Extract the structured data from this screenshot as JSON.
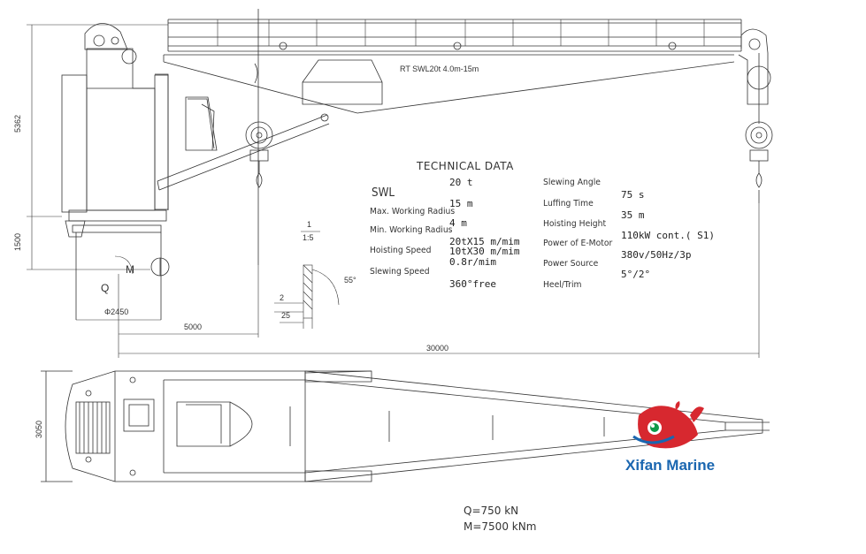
{
  "drawing": {
    "boom_label": "RT SWL20t 4.0m-15m",
    "dimensions": {
      "overall_height": "5362",
      "pedestal_height": "1500",
      "pedestal_diameter": "Φ2450",
      "slew_offset": "5000",
      "max_reach": "30000",
      "boom_width": "3050",
      "weld_gap": "2",
      "weld_depth": "25",
      "bevel_angle": "55°",
      "scale_num": "1",
      "scale_den": "1:5",
      "q_label": "Q",
      "m_label": "M"
    }
  },
  "technical_data": {
    "title": "TECHNICAL DATA",
    "left_labels": [
      "SWL",
      "Max. Working Radius",
      "Min. Working Radius",
      "Hoisting Speed",
      "Slewing Speed"
    ],
    "left_values": [
      "20 t",
      "15 m",
      "4 m",
      "20tX15 m/mim",
      "10tX30 m/mim",
      "0.8r/mim",
      "360°free"
    ],
    "right_labels": [
      "Slewing Angle",
      "Luffing Time",
      "Hoisting Height",
      "Power of E-Motor",
      "Power Source",
      "Heel/Trim"
    ],
    "right_values": [
      "75 s",
      "35  m",
      "110kW cont.( S1)",
      "380v/50Hz/3p",
      "5°/2°"
    ]
  },
  "loads": {
    "q": "Q=750 kN",
    "m": "M=7500 kNm"
  },
  "brand": {
    "name": "Xifan Marine",
    "colors": {
      "whale": "#d7282f",
      "eye": "#0f9a48",
      "wave": "#1a66b0"
    }
  }
}
